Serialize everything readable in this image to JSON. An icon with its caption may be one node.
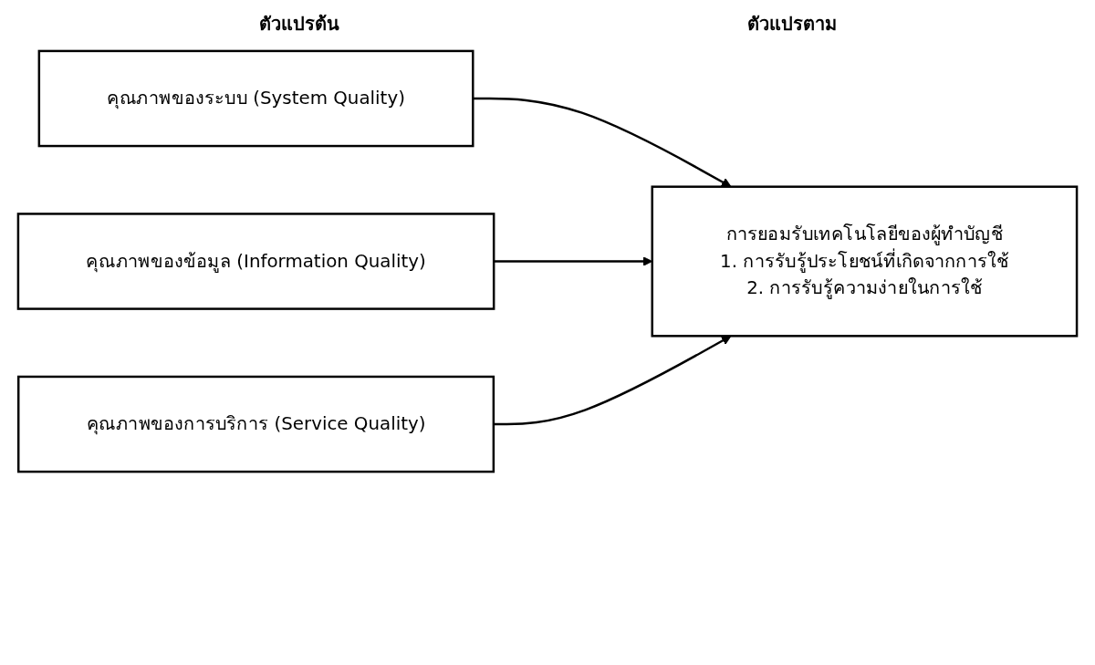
{
  "diagram": {
    "nodes": [
      {
        "text": [
          "คุณภาพของระบบ (System Quality)"
        ]
      },
      {
        "text": [
          "คุณภาพของข้อมูล (Information Quality)"
        ]
      },
      {
        "text": [
          "คุณภาพของการบริการ (Service Quality)"
        ]
      },
      {
        "text": [
          "การยอมรับเทคโนโลยีของผู้ทำบัญชี",
          "1. การรับรู้ประโยชน์ที่เกิดจากการใช้",
          "2. การรับรู้ความง่ายในการใช้"
        ]
      }
    ],
    "edges": [
      {
        "from": 0,
        "to": 3,
        "arrow": "to"
      },
      {
        "from": 1,
        "to": 3,
        "arrow": "to"
      },
      {
        "from": 2,
        "to": 3,
        "arrow": "to"
      }
    ],
    "labels": [
      "ตัวแปรต้น",
      "ตัวแปรตาม"
    ]
  }
}
